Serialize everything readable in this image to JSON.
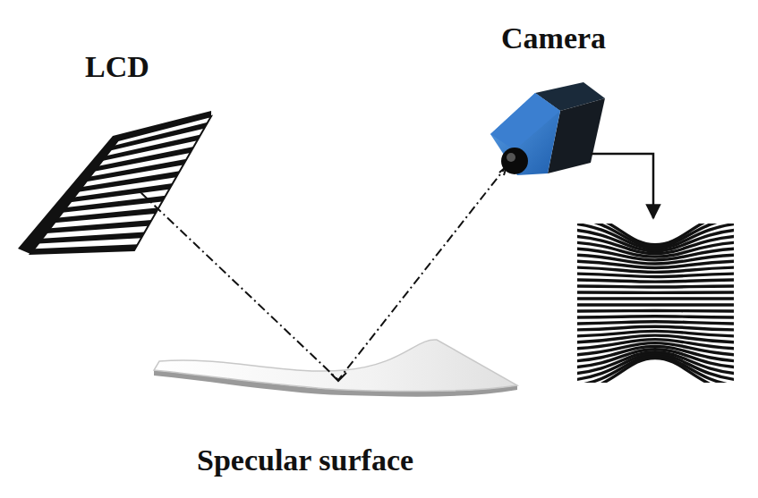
{
  "diagram": {
    "labels": [
      "LCD",
      "Camera",
      "Specular surface"
    ]
  }
}
